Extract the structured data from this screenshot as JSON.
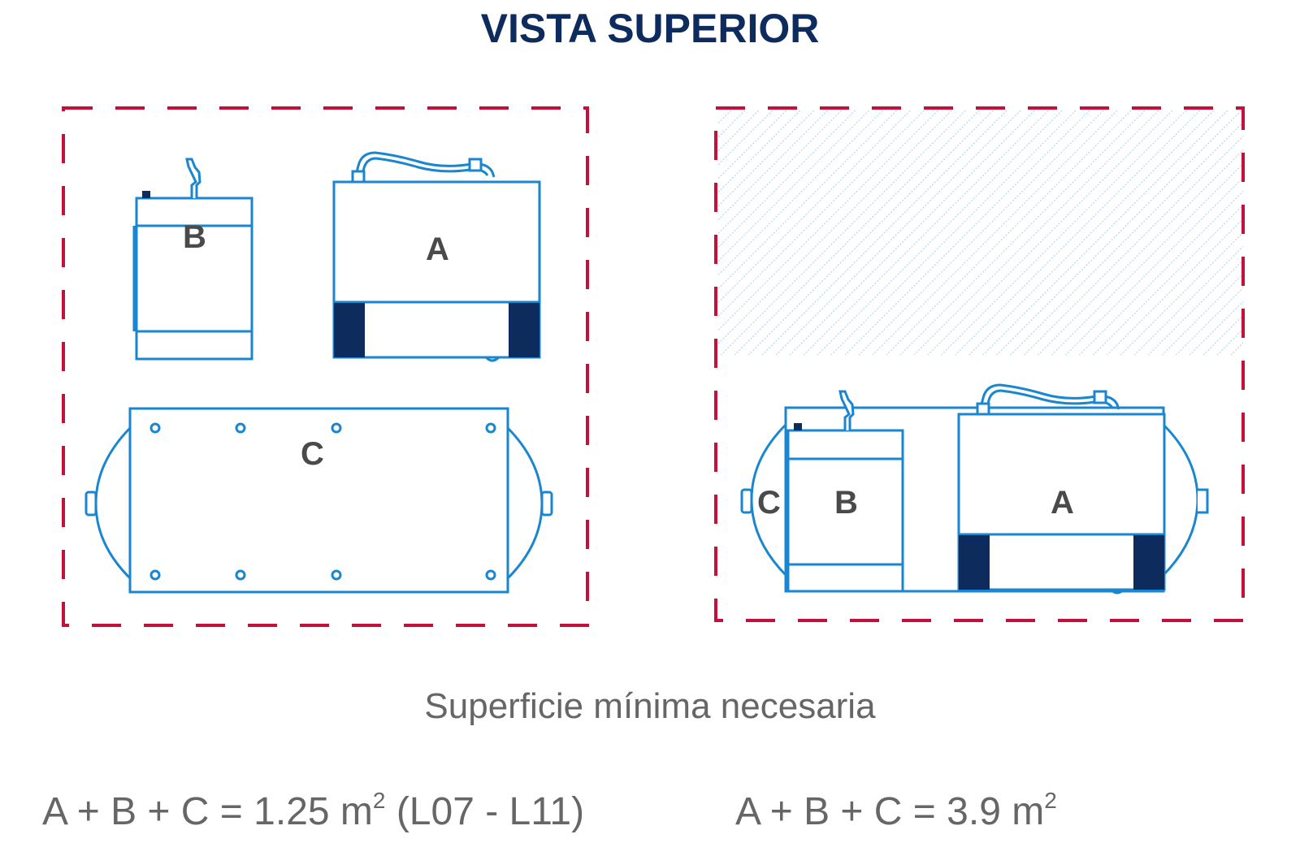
{
  "title": "VISTA SUPERIOR",
  "labels": {
    "a": "A",
    "b": "B",
    "c": "C"
  },
  "caption": "Superficie mínima necesaria",
  "formula_left": {
    "expr": "A + B + C = 1.25 m",
    "sup": "2",
    "suffix": " (L07 - L11)"
  },
  "formula_right": {
    "expr": "A + B + C = 3.9 m",
    "sup": "2"
  },
  "colors": {
    "outline": "#1a86d0",
    "dashed": "#c4103a",
    "dark": "#0d2b5c",
    "hatch": "#8ec3e6"
  }
}
